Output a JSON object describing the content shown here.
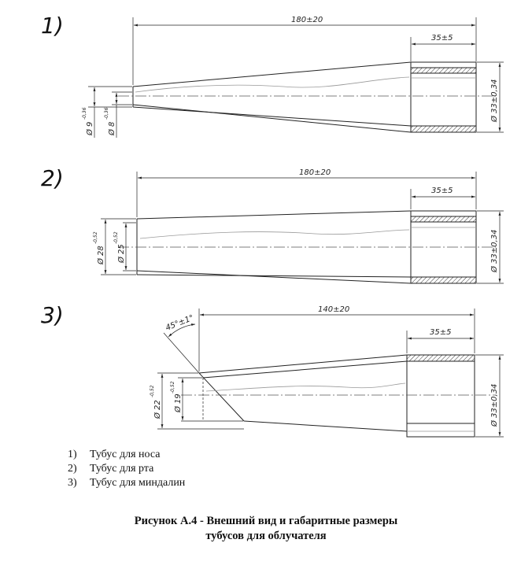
{
  "figures": [
    {
      "label": "1)",
      "dim_length": "180±20",
      "dim_cuff": "35±5",
      "dim_outer": "Ø 33±0,34",
      "dim_tip_outer": "Ø 9",
      "dim_tip_outer_tol": "-0,36",
      "dim_tip_inner": "Ø 8",
      "dim_tip_inner_tol": "-0,36"
    },
    {
      "label": "2)",
      "dim_length": "180±20",
      "dim_cuff": "35±5",
      "dim_outer": "Ø 33±0,34",
      "dim_tip_outer": "Ø 28",
      "dim_tip_outer_tol": "-0,52",
      "dim_tip_inner": "Ø 25",
      "dim_tip_inner_tol": "-0,52"
    },
    {
      "label": "3)",
      "dim_length": "140±20",
      "dim_cuff": "35±5",
      "dim_outer": "Ø 33±0,34",
      "dim_angle": "45°±1°",
      "dim_tip_outer": "Ø 22",
      "dim_tip_outer_tol": "-0,52",
      "dim_tip_inner": "Ø 19",
      "dim_tip_inner_tol": "-0,52"
    }
  ],
  "legend": [
    {
      "num": "1)",
      "text": "Тубус для носа"
    },
    {
      "num": "2)",
      "text": "Тубус для рта"
    },
    {
      "num": "3)",
      "text": "Тубус для миндалин"
    }
  ],
  "caption": {
    "line1": "Рисунок А.4 - Внешний вид и габаритные размеры",
    "line2": "тубусов для облучателя"
  }
}
